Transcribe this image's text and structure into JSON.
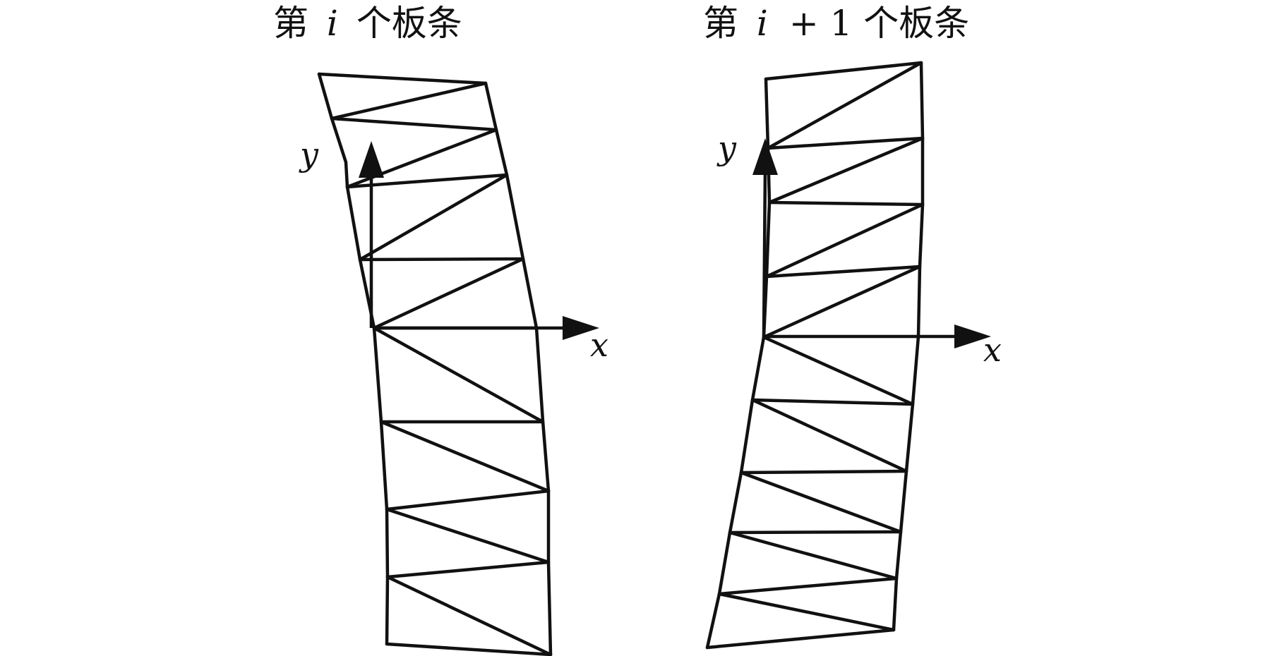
{
  "panels": [
    {
      "title_prefix": "第",
      "title_math": "i",
      "title_suffix": "个板条",
      "x_axis_label": "x",
      "y_axis_label": "y"
    },
    {
      "title_prefix": "第",
      "title_math": "i",
      "title_suffix": "+ 1 个板条",
      "x_axis_label": "x",
      "y_axis_label": "y"
    }
  ],
  "colors": {
    "line": "#111111",
    "background": "#ffffff"
  }
}
